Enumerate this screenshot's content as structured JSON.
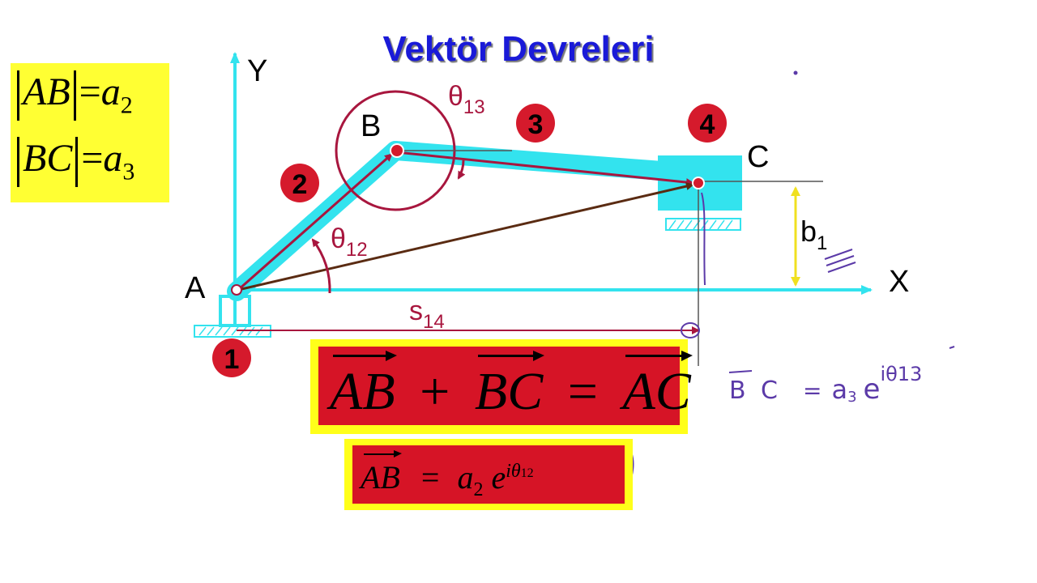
{
  "slide": {
    "title": "Vektör Devreleri"
  },
  "lengths": {
    "row1": {
      "link": "AB",
      "equals": "=",
      "symbol": "a",
      "sub": "2"
    },
    "row2": {
      "link": "BC",
      "equals": "=",
      "symbol": "a",
      "sub": "3"
    }
  },
  "labels": {
    "axis_y": "Y",
    "axis_x": "X",
    "point_a": "A",
    "point_b": "B",
    "point_c": "C",
    "link_1": "1",
    "link_2": "2",
    "link_3": "3",
    "link_4": "4",
    "theta12": "θ",
    "theta12_sub": "12",
    "theta13": "θ",
    "theta13_sub": "13",
    "s14": "s",
    "s14_sub": "14",
    "b1": "b",
    "b1_sub": "1"
  },
  "loop_equation": {
    "term1": "AB",
    "plus": "+",
    "term2": "BC",
    "equals": "=",
    "term3": "AC"
  },
  "ab_equation": {
    "lhs": "AB",
    "equals": "=",
    "coef": "a",
    "coef_sub": "2",
    "exp_base": "e",
    "exp": "iθ",
    "exp_sub": "12"
  },
  "handwritten_note": "BC = a3 e iθ13",
  "colors": {
    "title": "#1a1ad8",
    "link_cyan": "#33e3ee",
    "vector_red": "#a8163e",
    "vector_brown": "#5a2b12",
    "badge_red": "#d51a2c",
    "highlight_yellow": "#ffff1a",
    "equation_red": "#d61426",
    "ink_purple": "#5b3aa8"
  }
}
